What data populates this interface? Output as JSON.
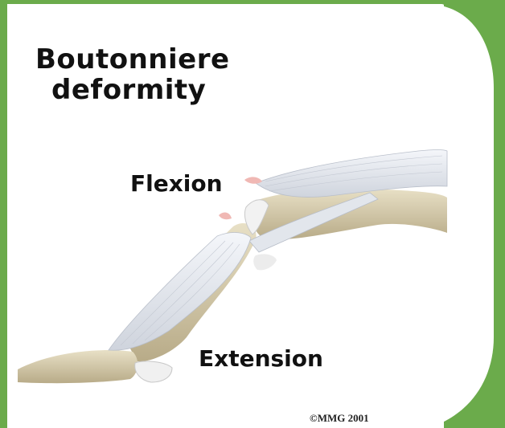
{
  "title": {
    "line1": "Boutonniere",
    "line2": "deformity"
  },
  "labels": {
    "flexion": "Flexion",
    "extension": "Extension"
  },
  "copyright": "©MMG 2001",
  "colors": {
    "green": "#6bab4b",
    "bone": "#d9cfb4",
    "tendon": "#e6e9ef"
  }
}
